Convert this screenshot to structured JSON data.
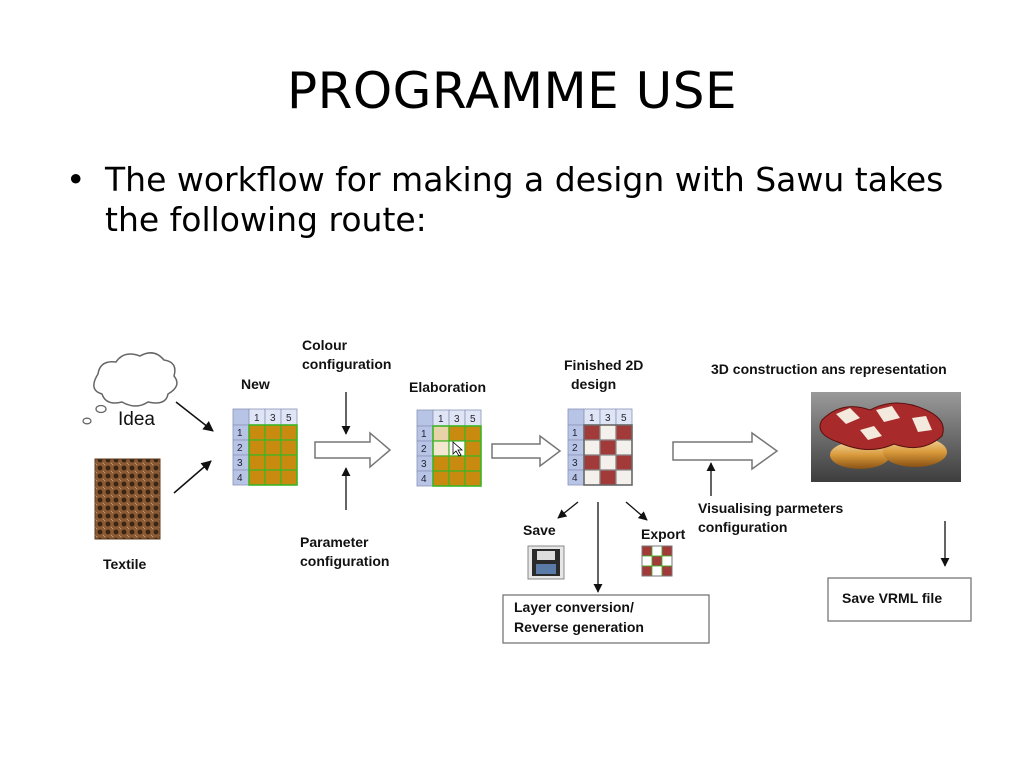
{
  "slide": {
    "title": "PROGRAMME USE",
    "bullet": "The workflow for making a design with Sawu takes the following route:"
  },
  "diagram": {
    "idea_label": "Idea",
    "textile_label": "Textile",
    "new_label": "New",
    "colour_config_line1": "Colour",
    "colour_config_line2": "configuration",
    "parameter_config_line1": "Parameter",
    "parameter_config_line2": "configuration",
    "elaboration_label": "Elaboration",
    "finished_line1": "Finished 2D",
    "finished_line2": "design",
    "construction_label": "3D construction ans representation",
    "visualising_line1": "Visualising parmeters",
    "visualising_line2": "configuration",
    "save_label": "Save",
    "export_label": "Export",
    "layer_line1": "Layer conversion/",
    "layer_line2": "Reverse generation",
    "save_vrml_label": "Save VRML file",
    "grid_col_headers": [
      "1",
      "3",
      "5"
    ],
    "grid_row_headers": [
      "1",
      "2",
      "3",
      "4"
    ]
  },
  "colors": {
    "grid_orange": "#c98b0f",
    "grid_green_line": "#3db526",
    "grid_header": "#b8c4e6",
    "finished_red": "#a23a3a",
    "finished_white": "#f4f1ec"
  }
}
